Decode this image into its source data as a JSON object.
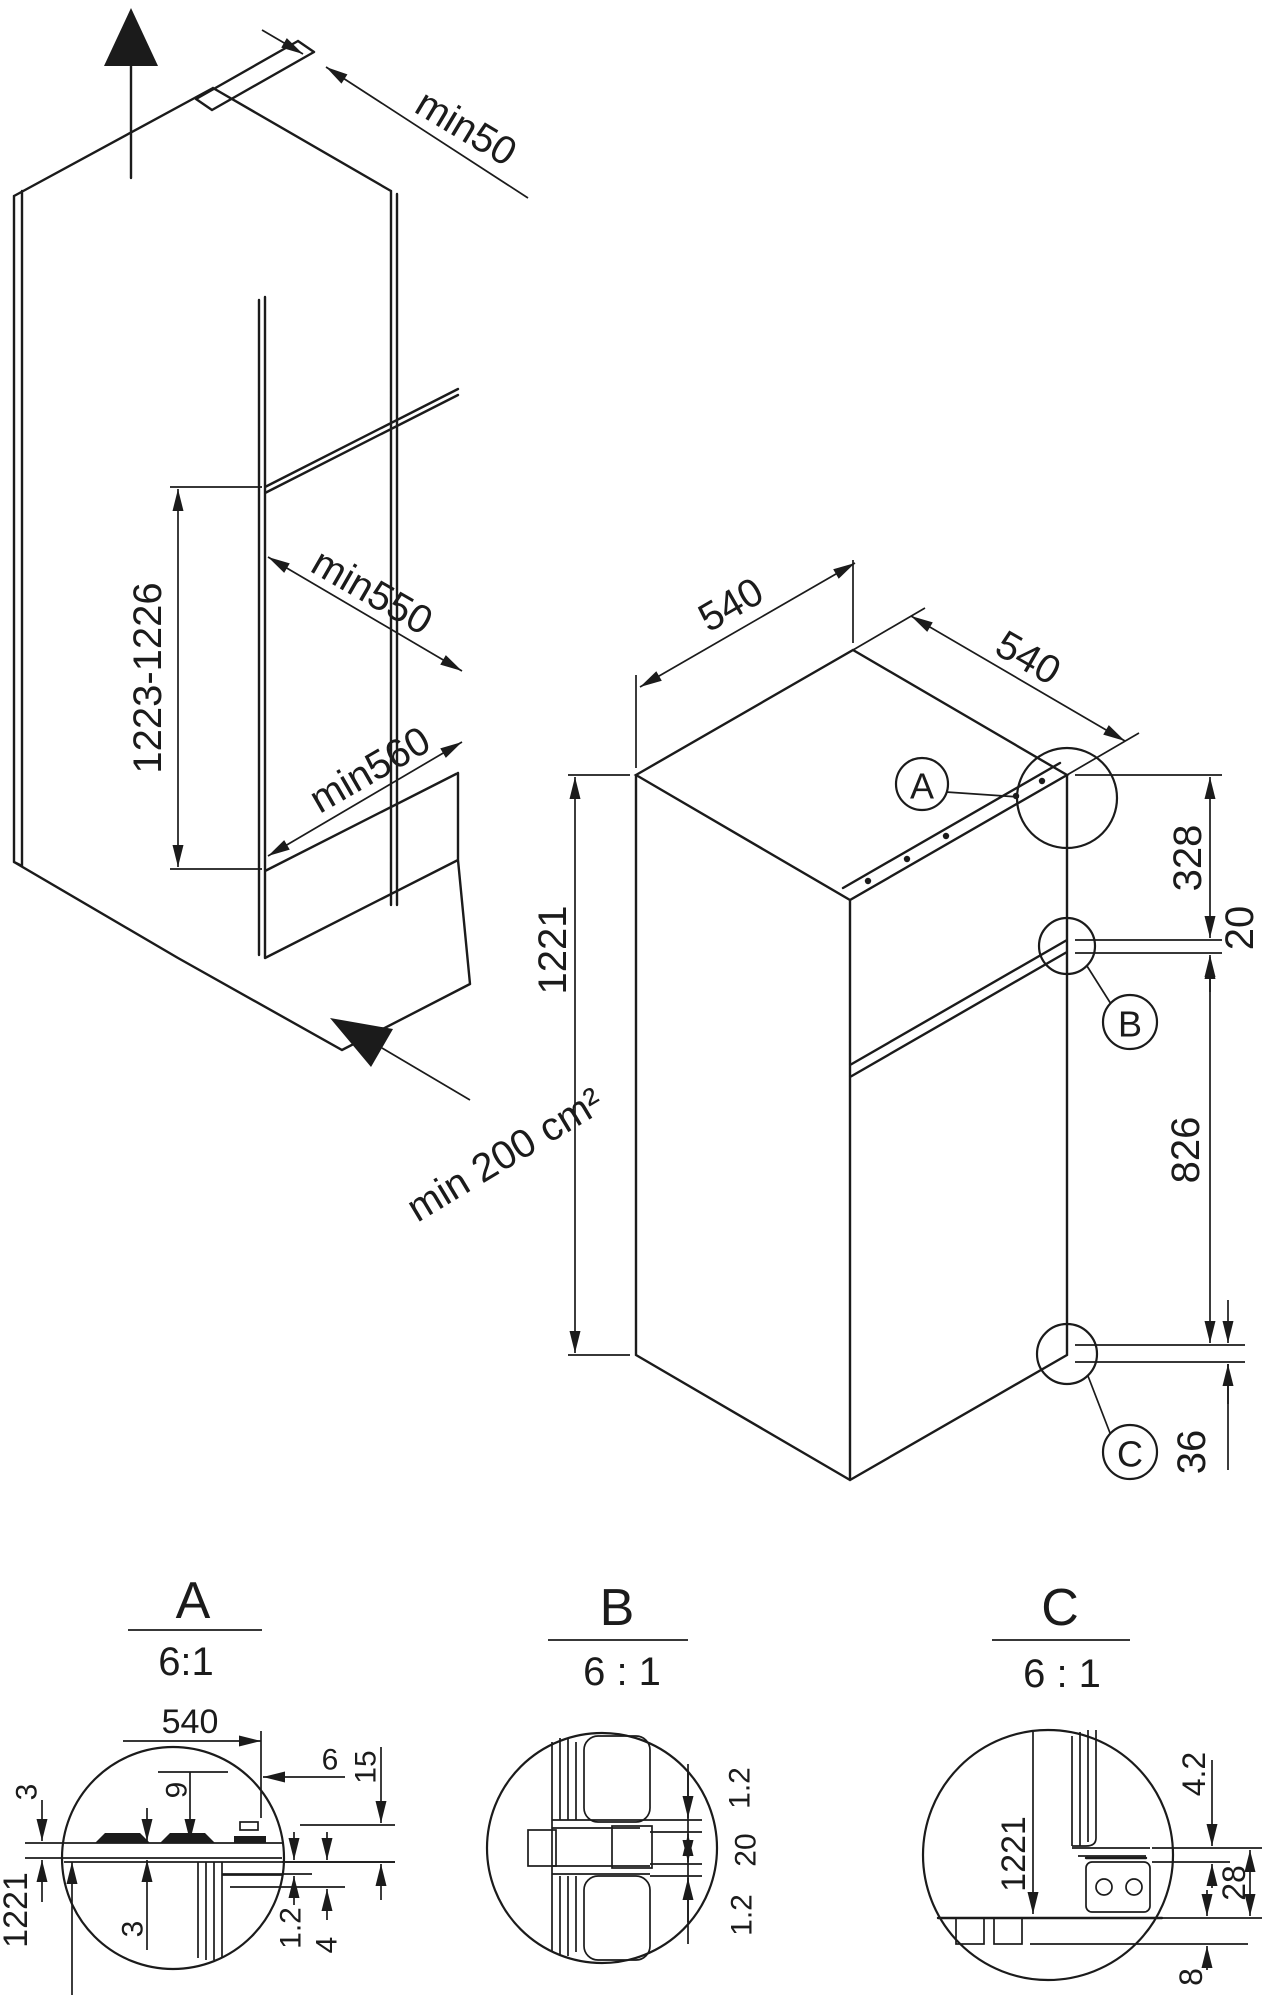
{
  "diagram": {
    "niche": {
      "gap_top_rear": "min50",
      "depth_upper": "min550",
      "depth_lower": "min560",
      "height_range": "1223-1226",
      "vent_area_bottom": "min 200 cm²"
    },
    "appliance": {
      "top_edge_left": "540",
      "top_edge_right": "540",
      "height": "1221",
      "top_hinge_offset": "328",
      "door_gap": "20",
      "door_height": "826",
      "bottom_hinge_offset": "36",
      "callout_a": "A",
      "callout_b": "B",
      "callout_c": "C"
    },
    "details": {
      "a": {
        "label": "A",
        "scale": "6:1",
        "dim_540": "540",
        "dim_3_top": "3",
        "dim_9": "9",
        "dim_6": "6",
        "dim_15": "15",
        "dim_1221": "1221",
        "dim_3_inner": "3",
        "dim_1_2": "1.2",
        "dim_4": "4"
      },
      "b": {
        "label": "B",
        "scale": "6 : 1",
        "dim_1_2_top": "1.2",
        "dim_20": "20",
        "dim_1_2_bottom": "1.2"
      },
      "c": {
        "label": "C",
        "scale": "6 : 1",
        "dim_4_2": "4.2",
        "dim_1221": "1221",
        "dim_28": "28",
        "dim_8": "8"
      }
    }
  }
}
